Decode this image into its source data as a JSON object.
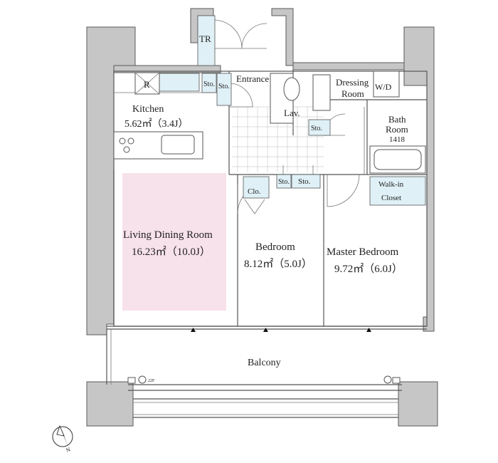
{
  "rooms": {
    "tr": "TR",
    "entrance": "Entrance",
    "sto": "Sto.",
    "dressing_line1": "Dressing",
    "dressing_line2": "Room",
    "wd": "W/D",
    "refrigerator": "R",
    "kitchen_name": "Kitchen",
    "kitchen_size": "5.62㎡（3.4J）",
    "lav": "Lav.",
    "bath_line1": "Bath",
    "bath_line2": "Room",
    "bath_size": "1418",
    "walkin_line1": "Walk-in",
    "walkin_line2": "Closet",
    "clo": "Clo.",
    "ldr_name": "Living Dining Room",
    "ldr_size": "16.23㎡（10.0J）",
    "bedroom_name": "Bedroom",
    "bedroom_size": "8.12㎡（5.0J）",
    "master_name": "Master Bedroom",
    "master_size": "9.72㎡（6.0J）",
    "balcony": "Balcony",
    "ac_label": "22F",
    "compass": "N"
  },
  "colors": {
    "ldr_fill": "#f7e1ea",
    "storage_fill": "#dff0f6",
    "wall_fill": "#c6c6c6"
  }
}
